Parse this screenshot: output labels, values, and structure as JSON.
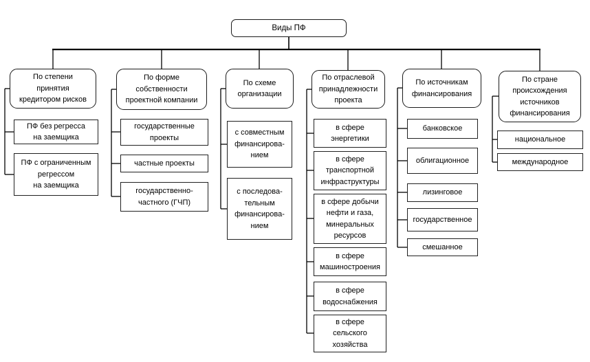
{
  "diagram": {
    "root_label": "Виды ПФ",
    "colors": {
      "box_border": "#1f1f1f",
      "connector_line": "#000000",
      "background": "#ffffff",
      "text": "#000000"
    },
    "branches": [
      {
        "header": "По степени\nпринятия\nкредитором рисков",
        "children": [
          "ПФ без регресса\nна заемщика",
          "ПФ с ограниченным\nрегрессом\nна заемщика"
        ]
      },
      {
        "header": "По форме\nсобственности\nпроектной компании",
        "children": [
          "государственные\nпроекты",
          "частные проекты",
          "государственно-\nчастного (ГЧП)"
        ]
      },
      {
        "header": "По схеме\nорганизации",
        "children": [
          "с совместным\nфинансирова-\nнием",
          "с последова-\nтельным\nфинансирова-\nнием"
        ]
      },
      {
        "header": "По отраслевой\nпринадлежности\nпроекта",
        "children": [
          "в сфере\nэнергетики",
          "в сфере\nтранспортной\nинфраструктуры",
          "в сфере добычи\nнефти и газа,\nминеральных\nресурсов",
          "в сфере\nмашиностроения",
          "в сфере\nводоснабжения",
          "в сфере\nсельского\nхозяйства"
        ]
      },
      {
        "header": "По источникам\nфинансирования",
        "children": [
          "банковское",
          "облигационное",
          "лизинговое",
          "государственное",
          "смешанное"
        ]
      },
      {
        "header": "По стране\nпроисхождения\nисточников\nфинансирования",
        "children": [
          "национальное",
          "международное"
        ]
      }
    ]
  }
}
